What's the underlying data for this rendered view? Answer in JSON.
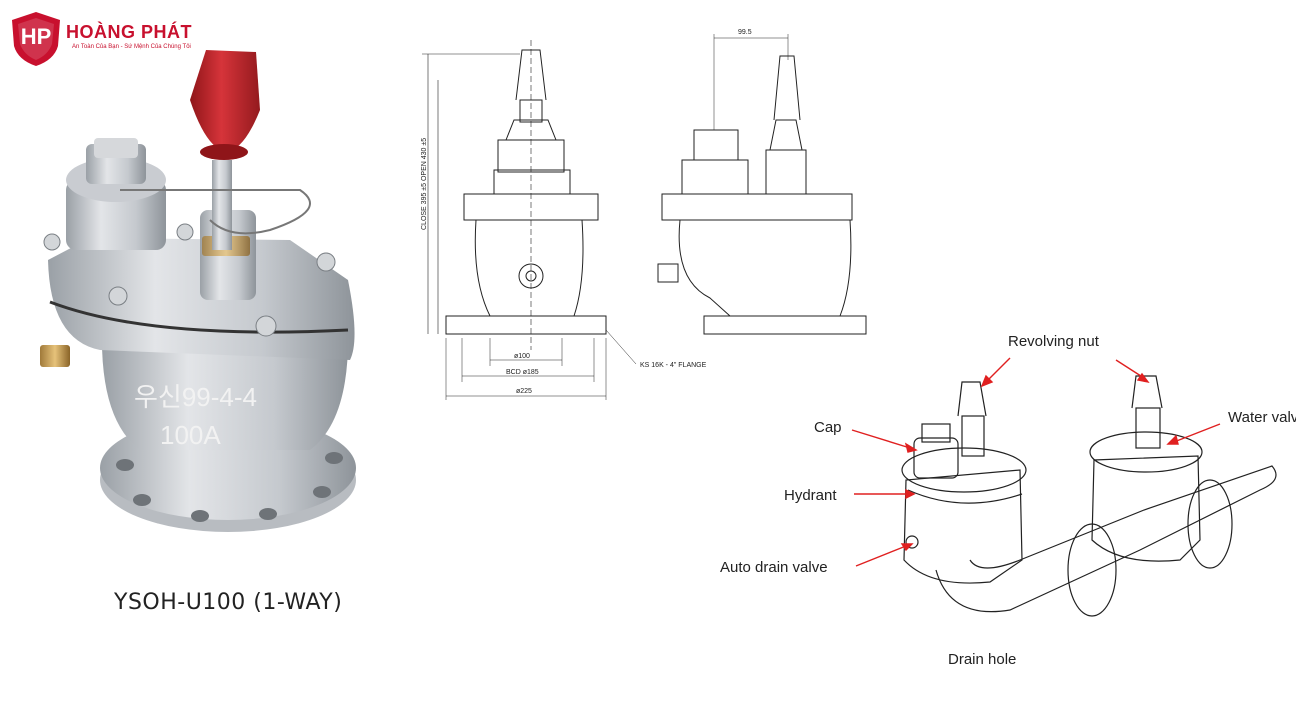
{
  "brand": {
    "name": "HOÀNG PHÁT",
    "tagline": "An Toàn Của Bạn - Sứ Mệnh Của Chúng Tôi",
    "logo_initials": "HP",
    "color": "#c8102e"
  },
  "product": {
    "caption": "YSOH-U100 (1-WAY)",
    "body_marking_line1": "우신99-4-4",
    "body_marking_line2": "100A",
    "body_color": "#c9ccd1",
    "handle_color": "#c0242b"
  },
  "drawing": {
    "close_open": "CLOSE 395 ±5   OPEN 430 ±5",
    "d100": "ø100",
    "bcd": "BCD ø185",
    "d225": "ø225",
    "flange": "KS 16K - 4\" FLANGE",
    "offset": "99.5"
  },
  "installation": {
    "labels": {
      "revolving_nut": "Revolving nut",
      "water_valve": "Water valve",
      "cap": "Cap",
      "hydrant": "Hydrant",
      "auto_drain": "Auto drain valve",
      "drain_hole": "Drain hole"
    },
    "arrow_color": "#e02020"
  }
}
